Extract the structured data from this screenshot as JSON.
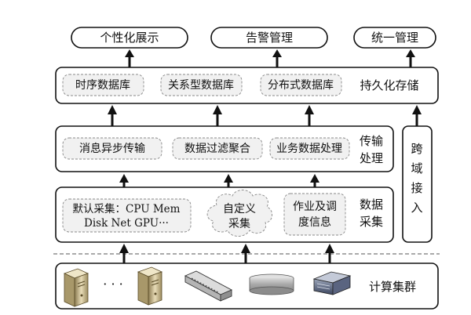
{
  "outputs": [
    "个性化展示",
    "告警管理",
    "统一管理"
  ],
  "storage": {
    "items": [
      "时序数据库",
      "关系型数据库",
      "分布式数据库"
    ],
    "label": "持久化存储"
  },
  "transport": {
    "items": [
      "消息异步传输",
      "数据过滤聚合",
      "业务数据处理"
    ],
    "label": [
      "传输",
      "处理"
    ]
  },
  "collection": {
    "default": [
      "默认采集：CPU Mem",
      "Disk Net GPU···"
    ],
    "custom": [
      "自定义",
      "采集"
    ],
    "job": [
      "作业及调",
      "度信息"
    ],
    "label": [
      "数据",
      "采集"
    ]
  },
  "cross_domain": [
    "跨",
    "域",
    "接",
    "入"
  ],
  "cluster": {
    "dots": "· · ·",
    "label": "计算集群"
  }
}
